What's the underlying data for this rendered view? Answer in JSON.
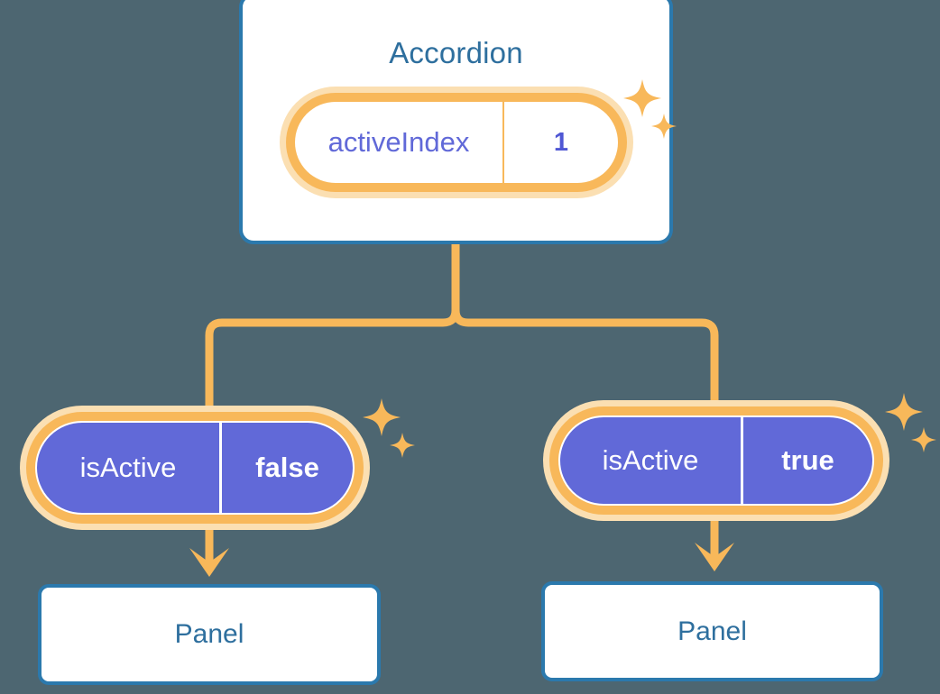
{
  "diagram": {
    "type": "component-tree",
    "background_color": "#4d6671",
    "accent_colors": {
      "card_border": "#2b79ad",
      "card_text": "#2e6f9e",
      "pill_ring": "#f8b85a",
      "pill_glow": "#fbdfb2",
      "pill_fill_state": "#6169d8",
      "state_key_text": "#6169d8",
      "connector": "#f8b85a"
    }
  },
  "root": {
    "title": "Accordion",
    "state": {
      "key": "activeIndex",
      "value": "1",
      "style": "white-pill"
    },
    "sparkle_icon": "sparkles-icon"
  },
  "children": [
    {
      "state": {
        "key": "isActive",
        "value": "false",
        "style": "purple-pill"
      },
      "sparkle_icon": "sparkles-icon",
      "arrow_icon": "arrow-down-icon",
      "panel": {
        "title": "Panel"
      }
    },
    {
      "state": {
        "key": "isActive",
        "value": "true",
        "style": "purple-pill"
      },
      "sparkle_icon": "sparkles-icon",
      "arrow_icon": "arrow-down-icon",
      "panel": {
        "title": "Panel"
      }
    }
  ]
}
